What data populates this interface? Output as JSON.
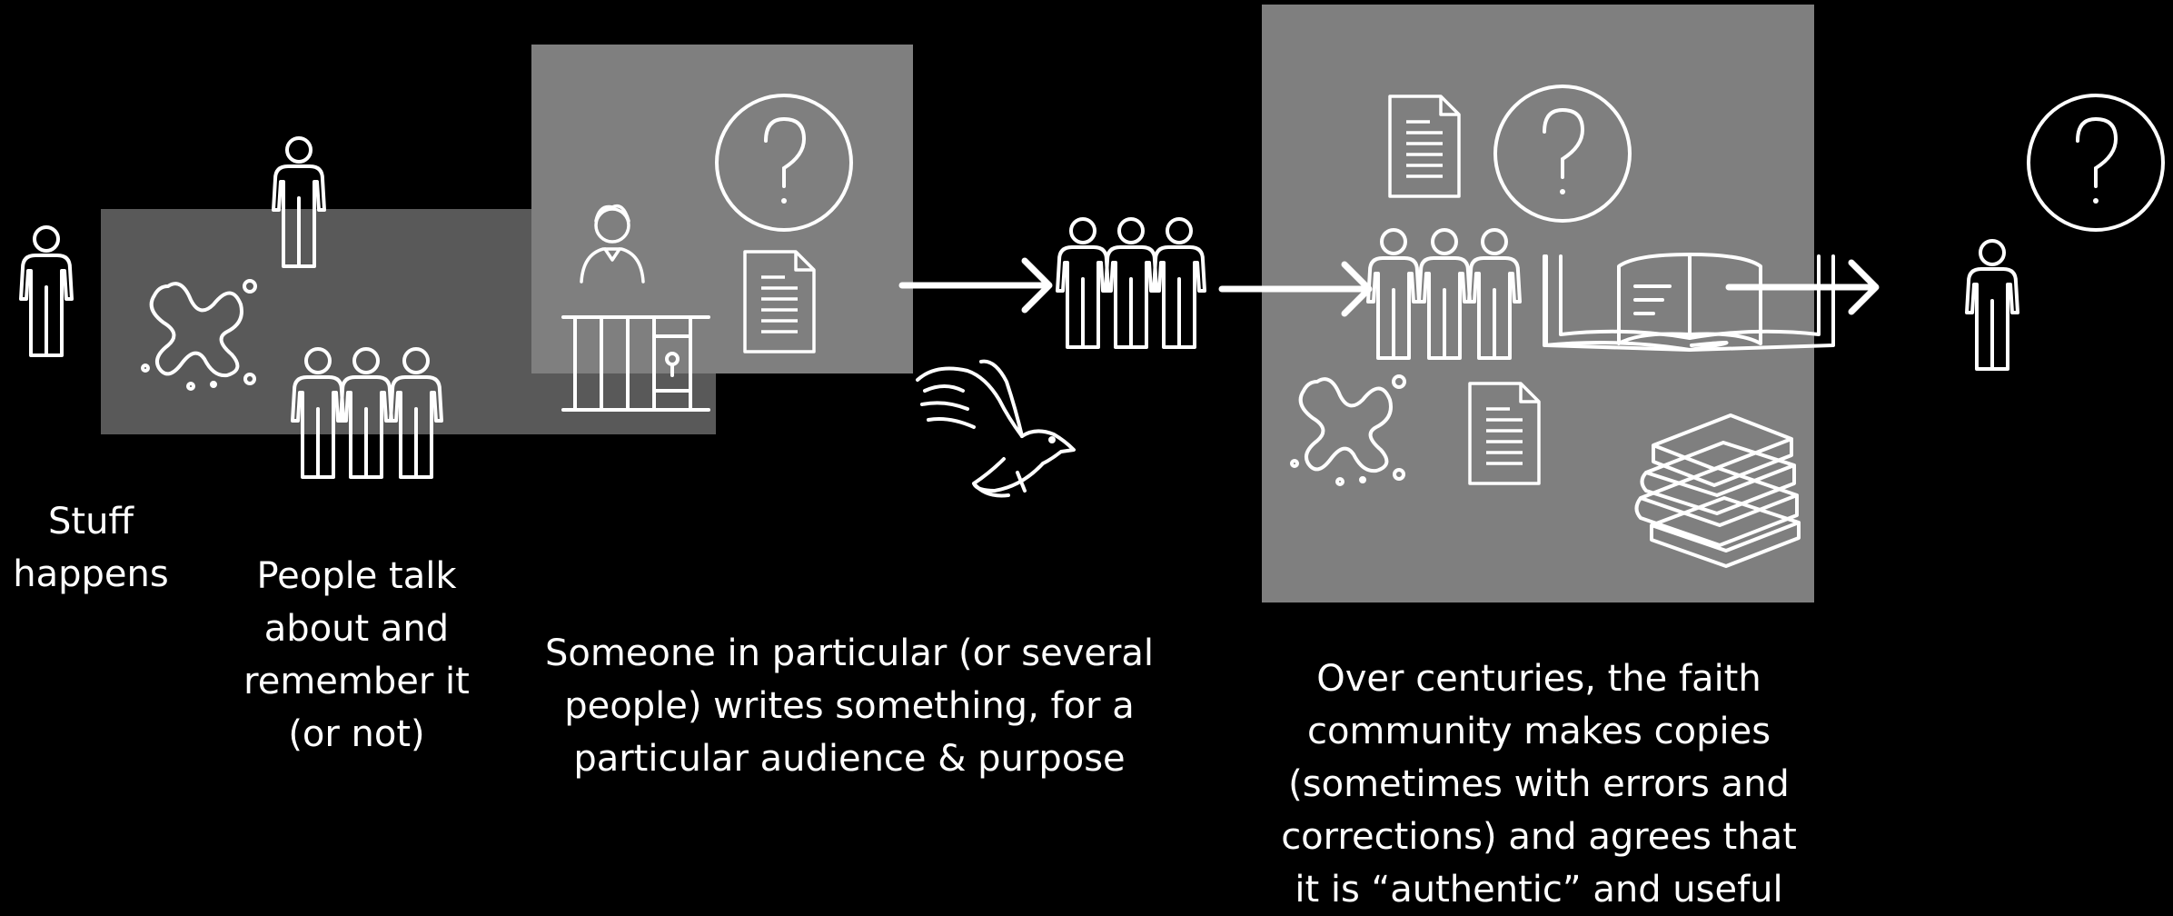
{
  "diagram": {
    "captions": {
      "stuff_happens": "Stuff\nhappens",
      "people_talk": "People talk\nabout and\nremember it\n(or not)",
      "someone_writes": "Someone in particular (or several\npeople) writes something, for a\nparticular audience & purpose",
      "faith_community": "Over centuries, the faith\ncommunity makes copies\n(sometimes with errors and\ncorrections) and agrees that\nit is “authentic” and useful"
    },
    "icons": [
      "person-icon",
      "splat-icon",
      "group-icon",
      "author-icon",
      "jail-icon",
      "question-icon",
      "document-icon",
      "eagle-icon",
      "arrow-right-icon",
      "open-book-icon",
      "books-stack-icon"
    ],
    "colors": {
      "background": "#000000",
      "panel_dark": "#595959",
      "panel_light": "#7f7f7f",
      "stroke": "#ffffff"
    }
  }
}
